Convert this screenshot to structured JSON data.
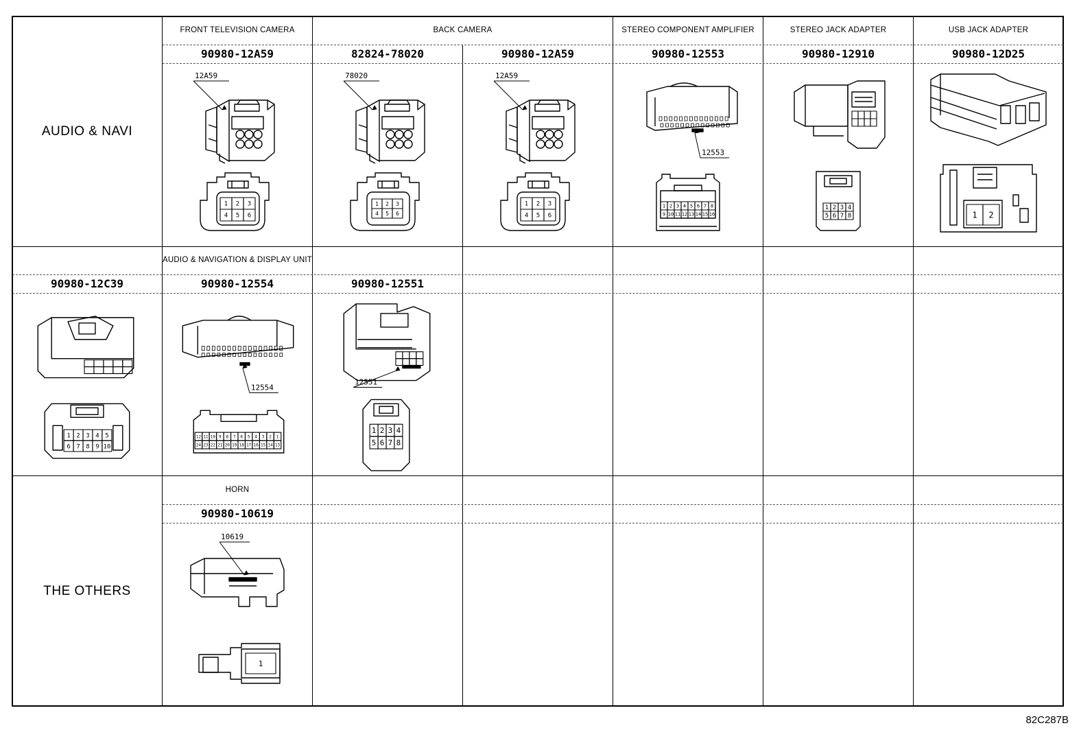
{
  "groups": {
    "audio_navi": "AUDIO & NAVI",
    "the_others": "THE OTHERS"
  },
  "row1": {
    "headers": {
      "front_tv_camera": "FRONT TELEVISION CAMERA",
      "back_camera": "BACK CAMERA",
      "stereo_amp": "STEREO COMPONENT AMPLIFIER",
      "stereo_jack": "STEREO JACK ADAPTER",
      "usb_jack": "USB JACK ADAPTER"
    },
    "parts": [
      {
        "number": "90980-12A59",
        "label": "12A59",
        "pins": [
          "1",
          "2",
          "3",
          "4",
          "5",
          "6"
        ]
      },
      {
        "number": "82824-78020",
        "label": "78020",
        "pins": [
          "1",
          "2",
          "3",
          "4",
          "5",
          "6"
        ]
      },
      {
        "number": "90980-12A59",
        "label": "12A59",
        "pins": [
          "1",
          "2",
          "3",
          "4",
          "5",
          "6"
        ]
      },
      {
        "number": "90980-12553",
        "label": "12553",
        "pins": [
          "1",
          "2",
          "3",
          "4",
          "5",
          "6",
          "7",
          "8",
          "9",
          "10",
          "11",
          "12",
          "13",
          "14",
          "15",
          "16"
        ]
      },
      {
        "number": "90980-12910",
        "label": "",
        "pins": [
          "1",
          "2",
          "3",
          "4",
          "5",
          "6",
          "7",
          "8"
        ]
      },
      {
        "number": "90980-12D25",
        "label": "",
        "pins": [
          "1",
          "2"
        ]
      }
    ]
  },
  "row2": {
    "header": "AUDIO & NAVIGATION & DISPLAY UNIT",
    "parts": [
      {
        "number": "90980-12C39",
        "label": "",
        "pins": [
          "1",
          "2",
          "3",
          "4",
          "5",
          "6",
          "7",
          "8",
          "9",
          "10"
        ]
      },
      {
        "number": "90980-12554",
        "label": "12554",
        "pins": [
          "12",
          "11",
          "10",
          "9",
          "8",
          "7",
          "6",
          "5",
          "4",
          "3",
          "2",
          "1",
          "24",
          "23",
          "22",
          "21",
          "20",
          "19",
          "18",
          "17",
          "16",
          "15",
          "14",
          "13"
        ]
      },
      {
        "number": "90980-12551",
        "label": "12551",
        "pins": [
          "1",
          "2",
          "3",
          "4",
          "5",
          "6",
          "7",
          "8"
        ]
      }
    ]
  },
  "row3": {
    "header": "HORN",
    "parts": [
      {
        "number": "90980-10619",
        "label": "10619",
        "pins": [
          "1"
        ]
      }
    ]
  },
  "reference": "82C287B"
}
